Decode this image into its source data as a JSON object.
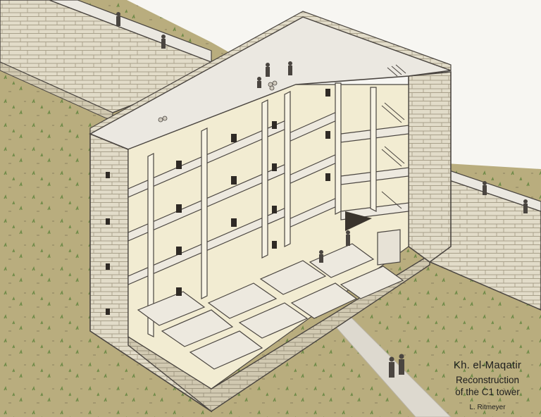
{
  "caption": {
    "title": "Kh. el-Maqatir",
    "subtitle_line1": "Reconstruction",
    "subtitle_line2": "of the C1 tower",
    "author": "L. Ritmeyer"
  },
  "colors": {
    "ground": "#b9ad7e",
    "wall_stone": "#e2dcc9",
    "wall_shade": "#cfc7ae",
    "roof": "#ebe8e1",
    "interior_wall": "#f2ecd2",
    "floor": "#ede9df",
    "path": "#ddd9cf",
    "outline": "#4a4540"
  }
}
